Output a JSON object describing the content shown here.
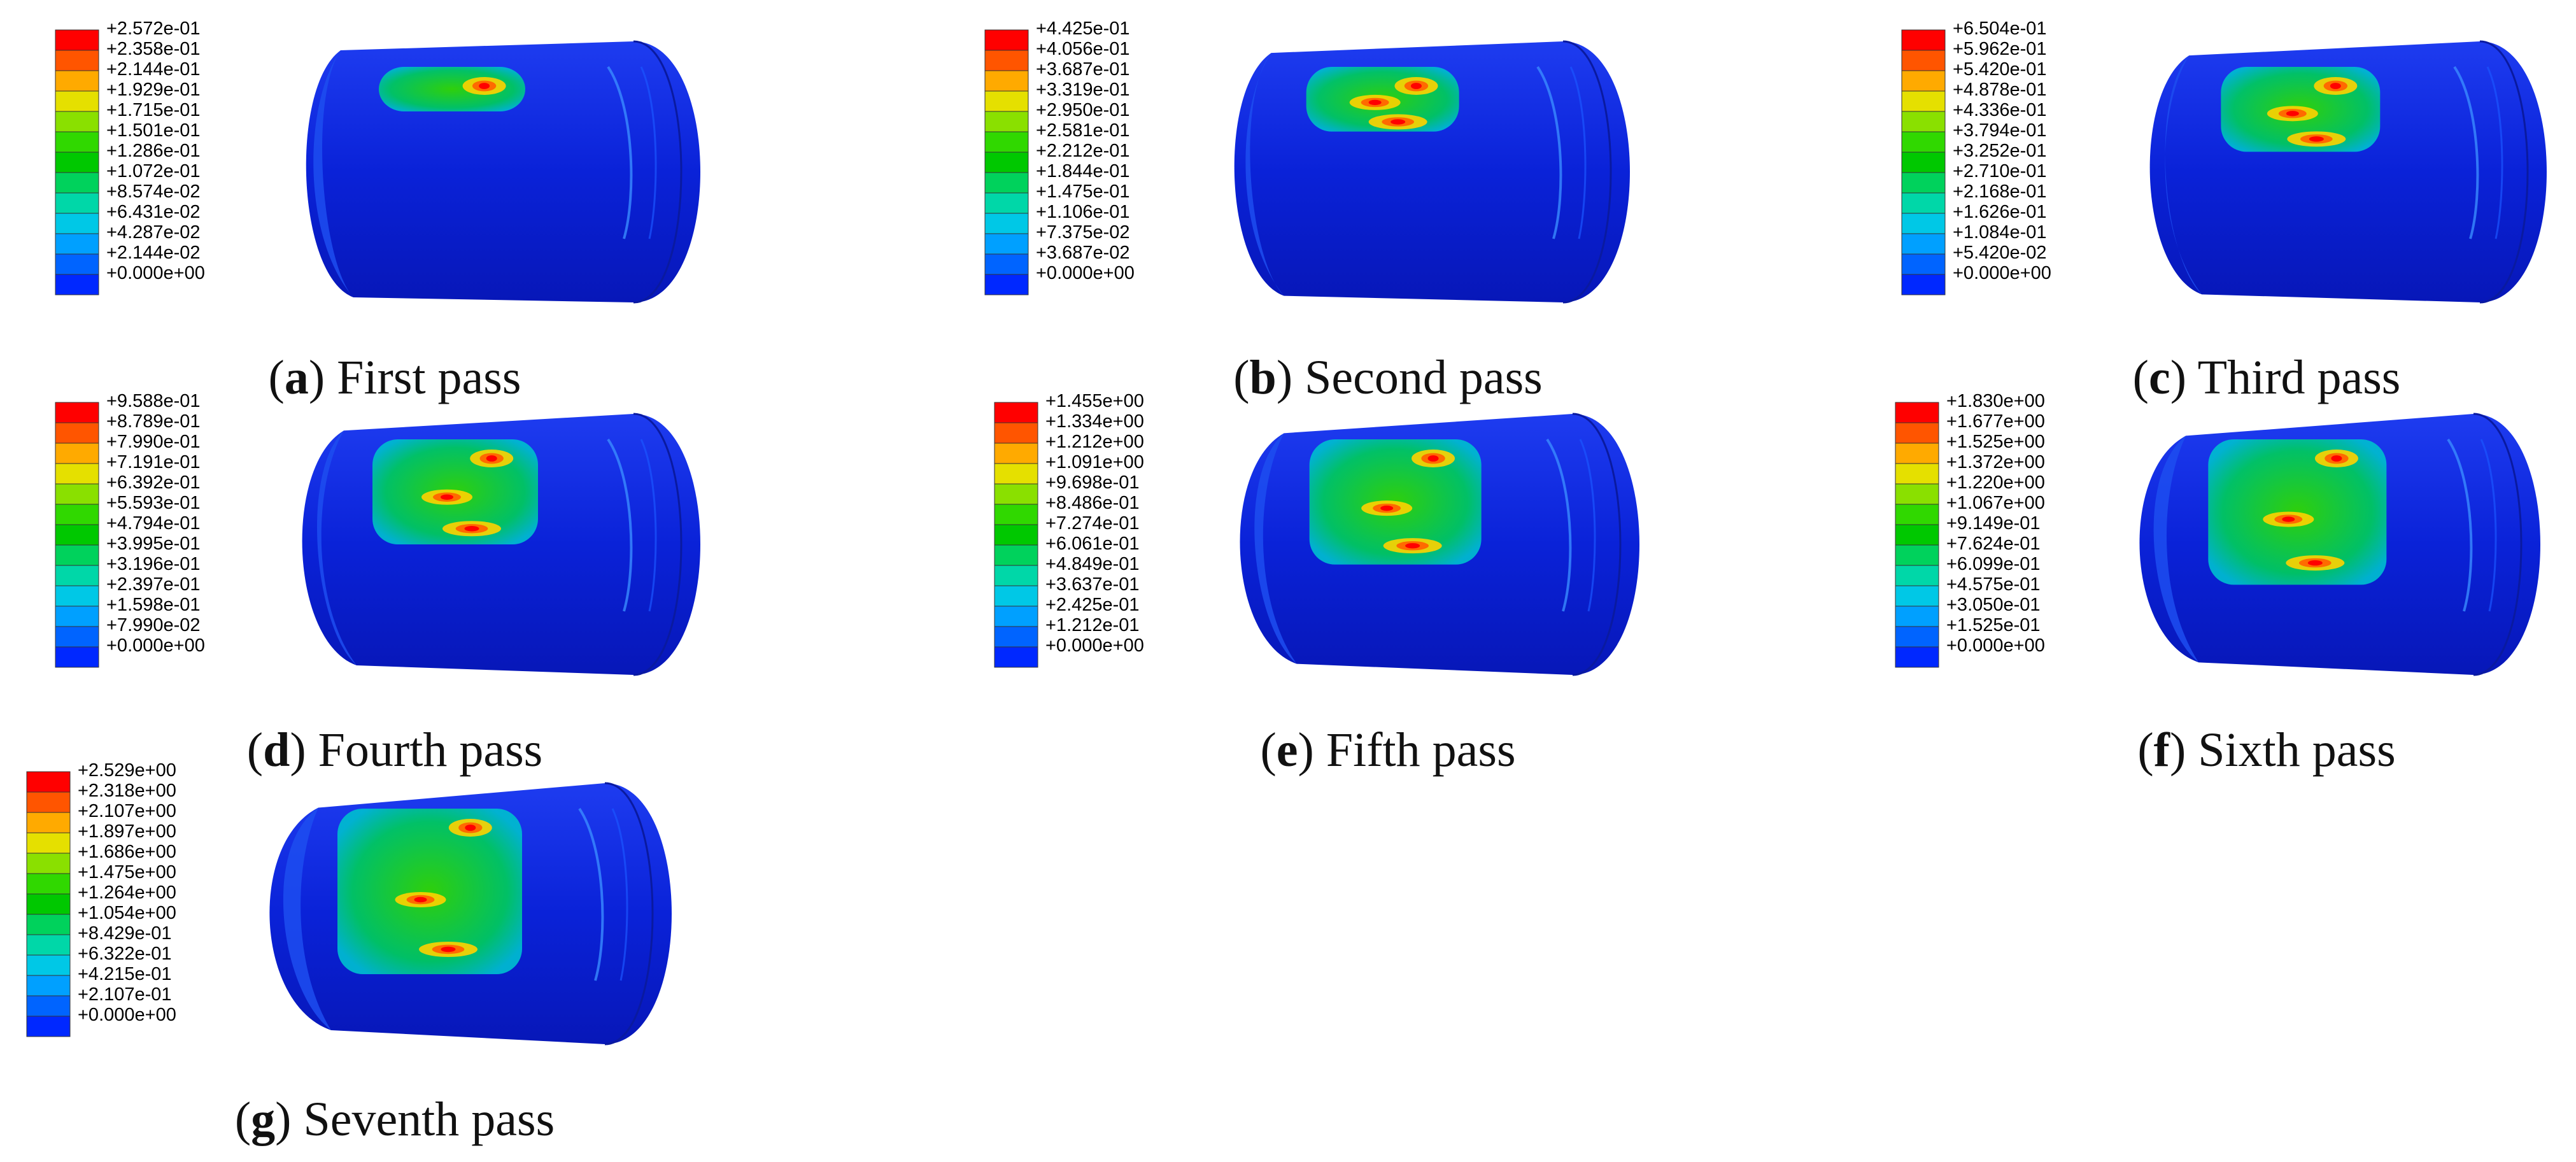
{
  "legend_colors": [
    "#ff0000",
    "#ff5500",
    "#ffaa00",
    "#e5e000",
    "#8ae000",
    "#30d800",
    "#00c800",
    "#00d25c",
    "#00d7a8",
    "#00c8e6",
    "#00a0ff",
    "#0064ff",
    "#0028ff"
  ],
  "panels": [
    {
      "letter": "a",
      "caption": "First pass",
      "legend": [
        "+2.572e-01",
        "+2.358e-01",
        "+2.144e-01",
        "+1.929e-01",
        "+1.715e-01",
        "+1.501e-01",
        "+1.286e-01",
        "+1.072e-01",
        "+8.574e-02",
        "+6.431e-02",
        "+4.287e-02",
        "+2.144e-02",
        "+0.000e+00"
      ]
    },
    {
      "letter": "b",
      "caption": "Second pass",
      "legend": [
        "+4.425e-01",
        "+4.056e-01",
        "+3.687e-01",
        "+3.319e-01",
        "+2.950e-01",
        "+2.581e-01",
        "+2.212e-01",
        "+1.844e-01",
        "+1.475e-01",
        "+1.106e-01",
        "+7.375e-02",
        "+3.687e-02",
        "+0.000e+00"
      ]
    },
    {
      "letter": "c",
      "caption": "Third pass",
      "legend": [
        "+6.504e-01",
        "+5.962e-01",
        "+5.420e-01",
        "+4.878e-01",
        "+4.336e-01",
        "+3.794e-01",
        "+3.252e-01",
        "+2.710e-01",
        "+2.168e-01",
        "+1.626e-01",
        "+1.084e-01",
        "+5.420e-02",
        "+0.000e+00"
      ]
    },
    {
      "letter": "d",
      "caption": "Fourth pass",
      "legend": [
        "+9.588e-01",
        "+8.789e-01",
        "+7.990e-01",
        "+7.191e-01",
        "+6.392e-01",
        "+5.593e-01",
        "+4.794e-01",
        "+3.995e-01",
        "+3.196e-01",
        "+2.397e-01",
        "+1.598e-01",
        "+7.990e-02",
        "+0.000e+00"
      ]
    },
    {
      "letter": "e",
      "caption": "Fifth pass",
      "legend": [
        "+1.455e+00",
        "+1.334e+00",
        "+1.212e+00",
        "+1.091e+00",
        "+9.698e-01",
        "+8.486e-01",
        "+7.274e-01",
        "+6.061e-01",
        "+4.849e-01",
        "+3.637e-01",
        "+2.425e-01",
        "+1.212e-01",
        "+0.000e+00"
      ]
    },
    {
      "letter": "f",
      "caption": "Sixth pass",
      "legend": [
        "+1.830e+00",
        "+1.677e+00",
        "+1.525e+00",
        "+1.372e+00",
        "+1.220e+00",
        "+1.067e+00",
        "+9.149e-01",
        "+7.624e-01",
        "+6.099e-01",
        "+4.575e-01",
        "+3.050e-01",
        "+1.525e-01",
        "+0.000e+00"
      ]
    },
    {
      "letter": "g",
      "caption": "Seventh pass",
      "legend": [
        "+2.529e+00",
        "+2.318e+00",
        "+2.107e+00",
        "+1.897e+00",
        "+1.686e+00",
        "+1.475e+00",
        "+1.264e+00",
        "+1.054e+00",
        "+8.429e-01",
        "+6.322e-01",
        "+4.215e-01",
        "+2.107e-01",
        "+0.000e+00"
      ]
    }
  ]
}
